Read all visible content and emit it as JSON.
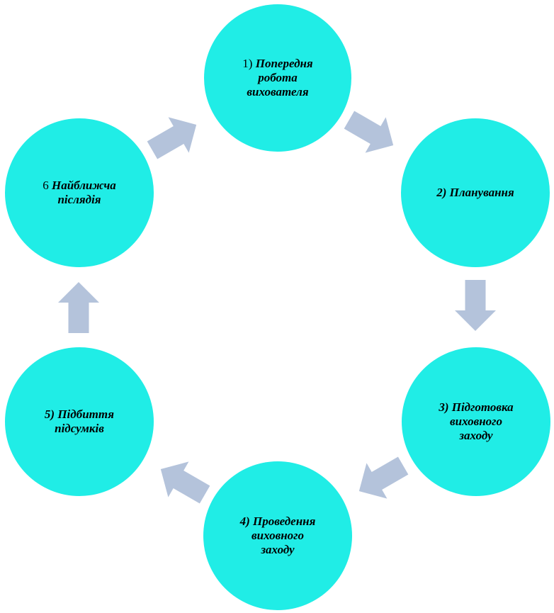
{
  "colors": {
    "node_fill": "#20EDE6",
    "arrow_fill": "#B4C3DB",
    "background": "#FFFFFF",
    "text": "#000000"
  },
  "steps": [
    {
      "number": "1",
      "separator": ") ",
      "label": "Попередня\nробота\nвихователя"
    },
    {
      "number": "",
      "separator": "",
      "label": "2) Планування"
    },
    {
      "number": "",
      "separator": "",
      "label": "3) Підготовка\nвиховного\nзаходу"
    },
    {
      "number": "",
      "separator": "",
      "label": "4) Проведення\nвиховного\nзаходу"
    },
    {
      "number": "",
      "separator": "",
      "label": "5) Підбиття\nпідсумків"
    },
    {
      "number": "6",
      "separator": " ",
      "label": "Найближча\nпіслядія"
    }
  ],
  "arrow_icons": [
    "arrow-right-down-icon",
    "arrow-down-icon",
    "arrow-down-left-icon",
    "arrow-left-up-icon",
    "arrow-up-icon",
    "arrow-up-right-icon"
  ]
}
